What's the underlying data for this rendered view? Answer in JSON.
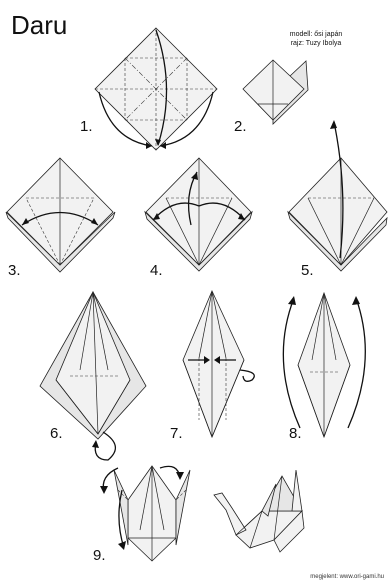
{
  "title": "Daru",
  "credits": [
    "modell: ősi japán",
    "rajz: Tuzy Ibolya"
  ],
  "footer": "megjelent: www.ori-gami.hu",
  "steps": [
    "1.",
    "2.",
    "3.",
    "4.",
    "5.",
    "6.",
    "7.",
    "8.",
    "9."
  ]
}
